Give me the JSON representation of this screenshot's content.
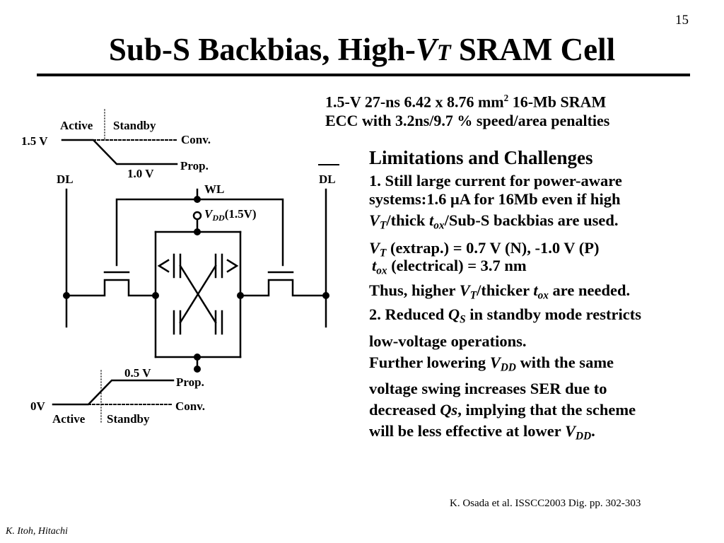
{
  "slide": {
    "page_number": "15",
    "title_part1": "Sub-S Backbias, High-",
    "title_v": "V",
    "title_t": "T",
    "title_part2": " SRAM Cell",
    "footer": "K. Itoh, Hitachi",
    "reference": "K. Osada et al. ISSCC2003 Dig. pp. 302-303"
  },
  "info": {
    "line1_a": "1.5-V 27-ns 6.42 x 8.76 mm",
    "line1_sup": "2",
    "line1_b": " 16-Mb SRAM",
    "line2": "ECC with 3.2ns/9.7 % speed/area penalties"
  },
  "limitations": {
    "heading": "Limitations and Challenges",
    "item1_line1": "1. Still large current for power-aware",
    "item1_line2_a": "systems:1.6 ",
    "item1_line2_mu": "μ",
    "item1_line2_b": "A for 16Mb even if high",
    "item1_line3_v": "V",
    "item1_line3_t": "T",
    "item1_line3_a": "/thick ",
    "item1_line3_tox": "t",
    "item1_line3_ox": "ox",
    "item1_line3_b": "/Sub-S backbias are used.",
    "vt_v": "V",
    "vt_t": "T",
    "vt_text": " (extrap.) = 0.7 V (N), -1.0 V (P)",
    "tox_t": "t",
    "tox_ox": "ox",
    "tox_text": " (electrical) = 3.7 nm",
    "thus_a": "Thus, higher ",
    "thus_v": "V",
    "thus_t": "T",
    "thus_b": "/thicker ",
    "thus_tox": "t",
    "thus_ox": "ox",
    "thus_c": " are needed.",
    "item2_line1_a": "2. Reduced ",
    "item2_q": "Q",
    "item2_s": "S",
    "item2_line1_b": "  in standby mode restricts",
    "item2_line2": "low-voltage operations.",
    "item2_line3_a": "Further lowering ",
    "item2_vdd_v": "V",
    "item2_vdd_dd": "DD",
    "item2_line3_b": " with the same",
    "item2_line4": "voltage swing increases SER due to",
    "item2_line5_a": "decreased ",
    "item2_qs_q": "Qs",
    "item2_line5_b": ", implying that the scheme",
    "item2_line6_a": "will be less effective at lower ",
    "item2_vdd2_v": "V",
    "item2_vdd2_dd": "DD",
    "item2_line6_b": "."
  },
  "circuit": {
    "top_active": "Active",
    "top_standby": "Standby",
    "top_v_high": "1.5 V",
    "top_conv": "Conv.",
    "top_prop": "Prop.",
    "top_v_low": "1.0 V",
    "dl_left": "DL",
    "dl_right": "DL",
    "wl": "WL",
    "vdd_v": "V",
    "vdd_dd": "DD",
    "vdd_val": "(1.5V)",
    "bot_v_high": "0.5 V",
    "bot_prop": "Prop.",
    "bot_v_zero": "0V",
    "bot_conv": "Conv.",
    "bot_active": "Active",
    "bot_standby": "Standby"
  }
}
